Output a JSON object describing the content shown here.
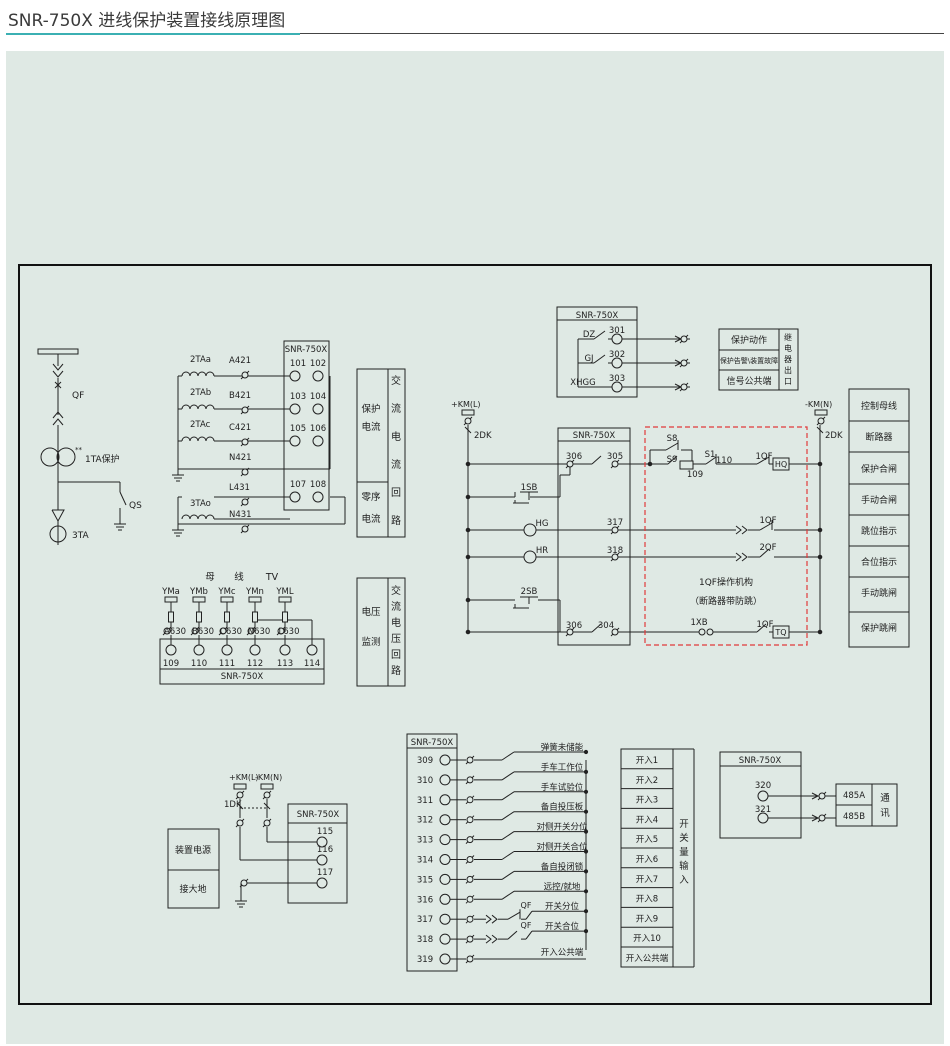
{
  "header": {
    "title": "SNR-750X 进线保护装置接线原理图"
  },
  "device": {
    "name": "SNR-750X"
  },
  "primary": {
    "qf": "QF",
    "ta1": "1TA保护",
    "qs": "QS",
    "ta3": "3TA"
  },
  "current_inputs": {
    "cts": [
      "2TAa",
      "2TAb",
      "2TAc",
      "3TAo"
    ],
    "wires": [
      "A421",
      "B421",
      "C421",
      "N421",
      "L431",
      "N431"
    ],
    "terminals": [
      "101",
      "102",
      "103",
      "104",
      "105",
      "106",
      "107",
      "108"
    ],
    "side": {
      "protect_l1": "保护",
      "protect_l2": "电流",
      "zero_l1": "零序",
      "zero_l2": "电流",
      "right": "交流电流回路"
    }
  },
  "voltage_inputs": {
    "bus_l1": "母",
    "bus_l2": "线",
    "tv": "TV",
    "fuses": [
      "YMa",
      "YMb",
      "YMc",
      "YMn",
      "YML"
    ],
    "wires": [
      "A630",
      "B630",
      "C630",
      "N630",
      "L630"
    ],
    "terminals": [
      "109",
      "110",
      "111",
      "112",
      "113",
      "114"
    ],
    "side_l1": "电压",
    "side_l2": "监测",
    "right": "交流电压回路"
  },
  "signal_outputs": {
    "contacts": [
      "DZ",
      "GJ",
      "XHGG"
    ],
    "terminals": [
      "301",
      "302",
      "303"
    ],
    "labels": [
      "保护动作",
      "保护告警\\装置故障",
      "信号公共端"
    ],
    "side": "继电器出口"
  },
  "control": {
    "km_l": "+KM(L)",
    "km_n": "-KM(N)",
    "dk": "2DK",
    "terminals": [
      "306",
      "305",
      "317",
      "318",
      "306",
      "304"
    ],
    "sb1": "1SB",
    "sb2": "2SB",
    "hg": "HG",
    "hr": "HR",
    "s8": "S8",
    "s9": "S9",
    "s1": "S1",
    "t110": "110",
    "t109": "109",
    "qf1": "1QF",
    "qf2": "2QF",
    "hq": "HQ",
    "tq": "TQ",
    "xb": "1XB",
    "mech_l1": "1QF操作机构",
    "mech_l2": "（断路器带防跳）",
    "labels": [
      "控制母线",
      "断路器",
      "保护合闸",
      "手动合闸",
      "跳位指示",
      "合位指示",
      "手动跳闸",
      "保护跳闸"
    ]
  },
  "power": {
    "km_l": "+KM(L)",
    "km_n": "-KM(N)",
    "dk": "1DK",
    "terminals": [
      "115",
      "116",
      "117"
    ],
    "labels": [
      "装置电源",
      "接大地"
    ]
  },
  "digital_inputs": {
    "terminals": [
      "309",
      "310",
      "311",
      "312",
      "313",
      "314",
      "315",
      "316",
      "317",
      "318",
      "319"
    ],
    "labels": [
      "弹簧未储能",
      "手车工作位",
      "手车试验位",
      "备自投压板",
      "对侧开关分位",
      "对侧开关合位",
      "备自投闭锁",
      "远控/就地",
      "开关分位",
      "开关合位",
      "开入公共端"
    ],
    "qf": "QF",
    "channels": [
      "开入1",
      "开入2",
      "开入3",
      "开入4",
      "开入5",
      "开入6",
      "开入7",
      "开入8",
      "开入9",
      "开入10",
      "开入公共端"
    ],
    "side": "开关量输入"
  },
  "comm": {
    "terminals": [
      "320",
      "321"
    ],
    "ports": [
      "485A",
      "485B"
    ],
    "side_l1": "通",
    "side_l2": "讯"
  }
}
